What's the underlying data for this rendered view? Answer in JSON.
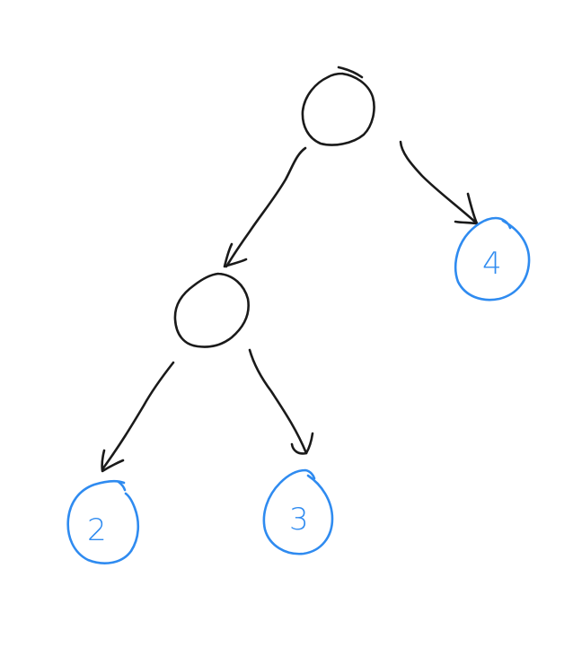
{
  "diagram": {
    "type": "binary-tree",
    "style": "hand-drawn",
    "colors": {
      "internal_node": "#1a1a1a",
      "leaf_node": "#2f8bf0",
      "edge": "#1a1a1a"
    },
    "nodes": [
      {
        "id": "root",
        "label": "",
        "kind": "internal"
      },
      {
        "id": "left-internal",
        "label": "",
        "kind": "internal"
      },
      {
        "id": "leaf-4",
        "label": "4",
        "kind": "leaf"
      },
      {
        "id": "leaf-2",
        "label": "2",
        "kind": "leaf"
      },
      {
        "id": "leaf-3",
        "label": "3",
        "kind": "leaf"
      }
    ],
    "edges": [
      {
        "from": "root",
        "to": "left-internal"
      },
      {
        "from": "root",
        "to": "leaf-4"
      },
      {
        "from": "left-internal",
        "to": "leaf-2"
      },
      {
        "from": "left-internal",
        "to": "leaf-3"
      }
    ]
  }
}
